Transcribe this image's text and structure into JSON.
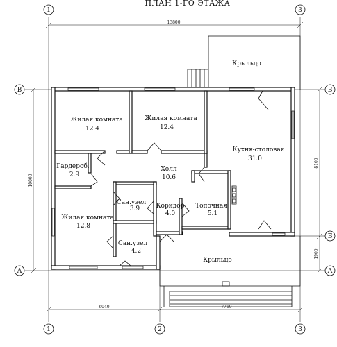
{
  "title": "ПЛАН 1-ГО ЭТАЖА",
  "axes": {
    "top_left": "1",
    "top_right": "3",
    "bottom_left": "1",
    "bottom_mid": "2",
    "bottom_right": "3",
    "left_upper": "В",
    "left_lower": "А",
    "right_upper": "В",
    "right_mid": "Б",
    "right_lower": "А"
  },
  "dimensions": {
    "overall_width": "13800",
    "overall_height": "10000",
    "right_height": "8100",
    "right_small": "1900",
    "bottom_left": "6040",
    "bottom_right": "7760"
  },
  "rooms": {
    "porch_top": {
      "name": "Крыльцо",
      "area": ""
    },
    "living1": {
      "name": "Жилая комната",
      "area": "12.4"
    },
    "living2": {
      "name": "Жилая комната",
      "area": "12.4"
    },
    "kitchen": {
      "name": "Кухня-столовая",
      "area": "31.0"
    },
    "wardrobe": {
      "name": "Гардероб.",
      "area": "2.9"
    },
    "hall": {
      "name": "Холл",
      "area": "10.6"
    },
    "bath1": {
      "name": "Сан.узел",
      "area": "3.9"
    },
    "corridor": {
      "name": "Коридор",
      "area": "4.0"
    },
    "boiler": {
      "name": "Топочная",
      "area": "5.1"
    },
    "living3": {
      "name": "Жилая комната",
      "area": "12.8"
    },
    "bath2": {
      "name": "Сан.узел",
      "area": "4.2"
    },
    "porch_bottom": {
      "name": "Крыльцо",
      "area": ""
    }
  }
}
